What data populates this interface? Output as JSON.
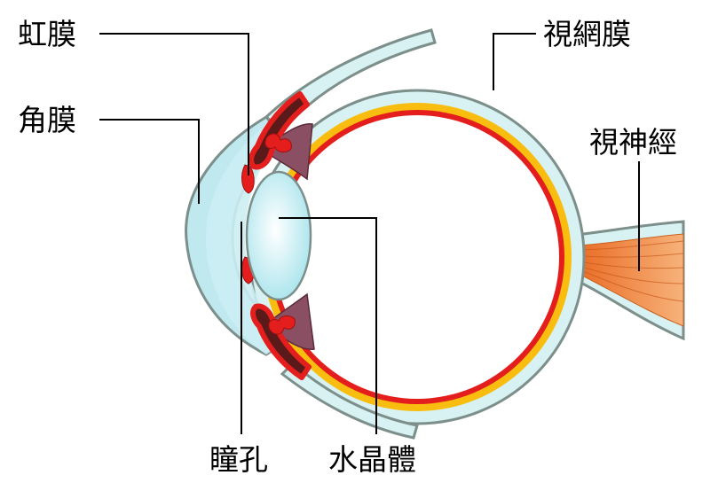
{
  "labels": {
    "iris": "虹膜",
    "cornea": "角膜",
    "pupil": "瞳孔",
    "lens": "水晶體",
    "retina": "視網膜",
    "optic_nerve": "視神經"
  },
  "colors": {
    "sclera_fill": "#d8f1f3",
    "sclera_stroke": "#7c8f8a",
    "cornea_fill": "#bfe9ef",
    "retina_red": "#e41d1d",
    "choroid_yellow": "#f9bd10",
    "iris_dark": "#5a1a1a",
    "ciliary_purple": "#8a4f63",
    "lens_fill": "#e4f8fa",
    "nerve_orange": "#f08a3c",
    "leader_line": "#000000"
  }
}
